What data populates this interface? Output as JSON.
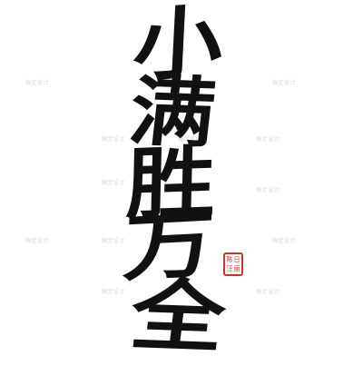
{
  "calligraphy": {
    "characters": [
      "小",
      "满",
      "胜",
      "万",
      "全"
    ],
    "ink_color": "#111111"
  },
  "seal": {
    "characters": [
      "陈",
      "日",
      "汪",
      "丽"
    ],
    "color": "#c0392b"
  },
  "watermark": {
    "text": "稿定设计",
    "color": "#d9d9d9"
  }
}
